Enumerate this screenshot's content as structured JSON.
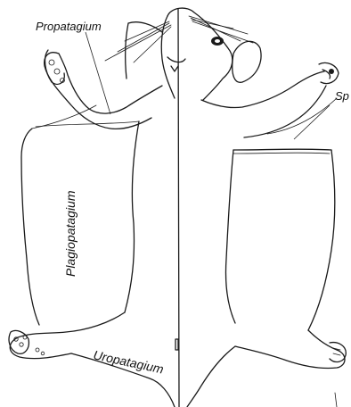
{
  "figure": {
    "labels": {
      "propatagium": "Propatagium",
      "plagiopatagium": "Plagiopatagium",
      "uropatagium": "Uropatagium",
      "spine_label_partial": "Sp"
    }
  }
}
